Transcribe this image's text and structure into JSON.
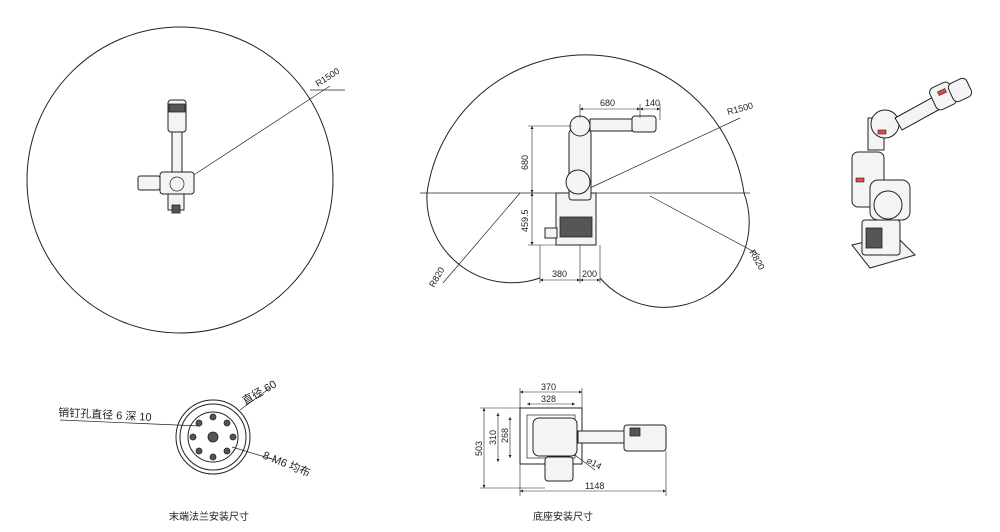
{
  "top_view": {
    "reach_label": "R1500"
  },
  "side_view": {
    "reach_label": "R1500",
    "arm_length": "680",
    "end_length": "140",
    "vertical_length": "680",
    "base_height": "459.5",
    "base_left": "380",
    "base_right": "200",
    "lower_reach_left": "R820",
    "lower_reach_right": "R820"
  },
  "flange": {
    "pin_hole_label": "销钉孔直径 6 深 10",
    "diameter_label": "直径 60",
    "bolt_label": "8-M6 均布",
    "caption": "末端法兰安装尺寸"
  },
  "base": {
    "width_outer": "370",
    "width_inner": "328",
    "height_total": "503",
    "height_mid": "310",
    "height_inner": "268",
    "hole_label": "⌀14",
    "length": "1148",
    "caption": "底座安装尺寸"
  },
  "colors": {
    "accent": "#e24a3c",
    "line": "#222222"
  }
}
